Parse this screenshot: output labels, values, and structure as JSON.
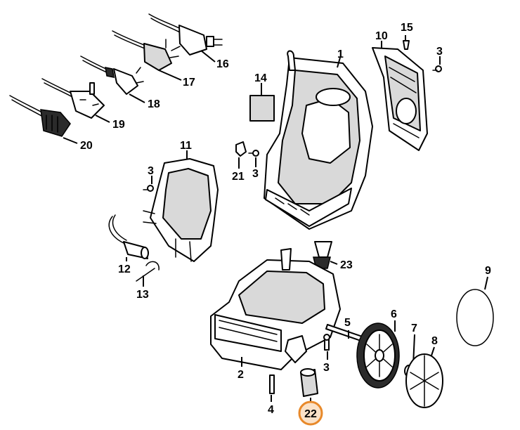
{
  "labels": {
    "p1": "1",
    "p2": "2",
    "p3a": "3",
    "p3b": "3",
    "p3c": "3",
    "p3d": "3",
    "p4": "4",
    "p5": "5",
    "p6": "6",
    "p7": "7",
    "p8": "8",
    "p9": "9",
    "p10": "10",
    "p11": "11",
    "p12": "12",
    "p13": "13",
    "p14": "14",
    "p15": "15",
    "p16": "16",
    "p17": "17",
    "p18": "18",
    "p19": "19",
    "p20": "20",
    "p21": "21",
    "p22": "22",
    "p23": "23"
  },
  "highlight": {
    "part": "22",
    "color": "#e8892a"
  }
}
